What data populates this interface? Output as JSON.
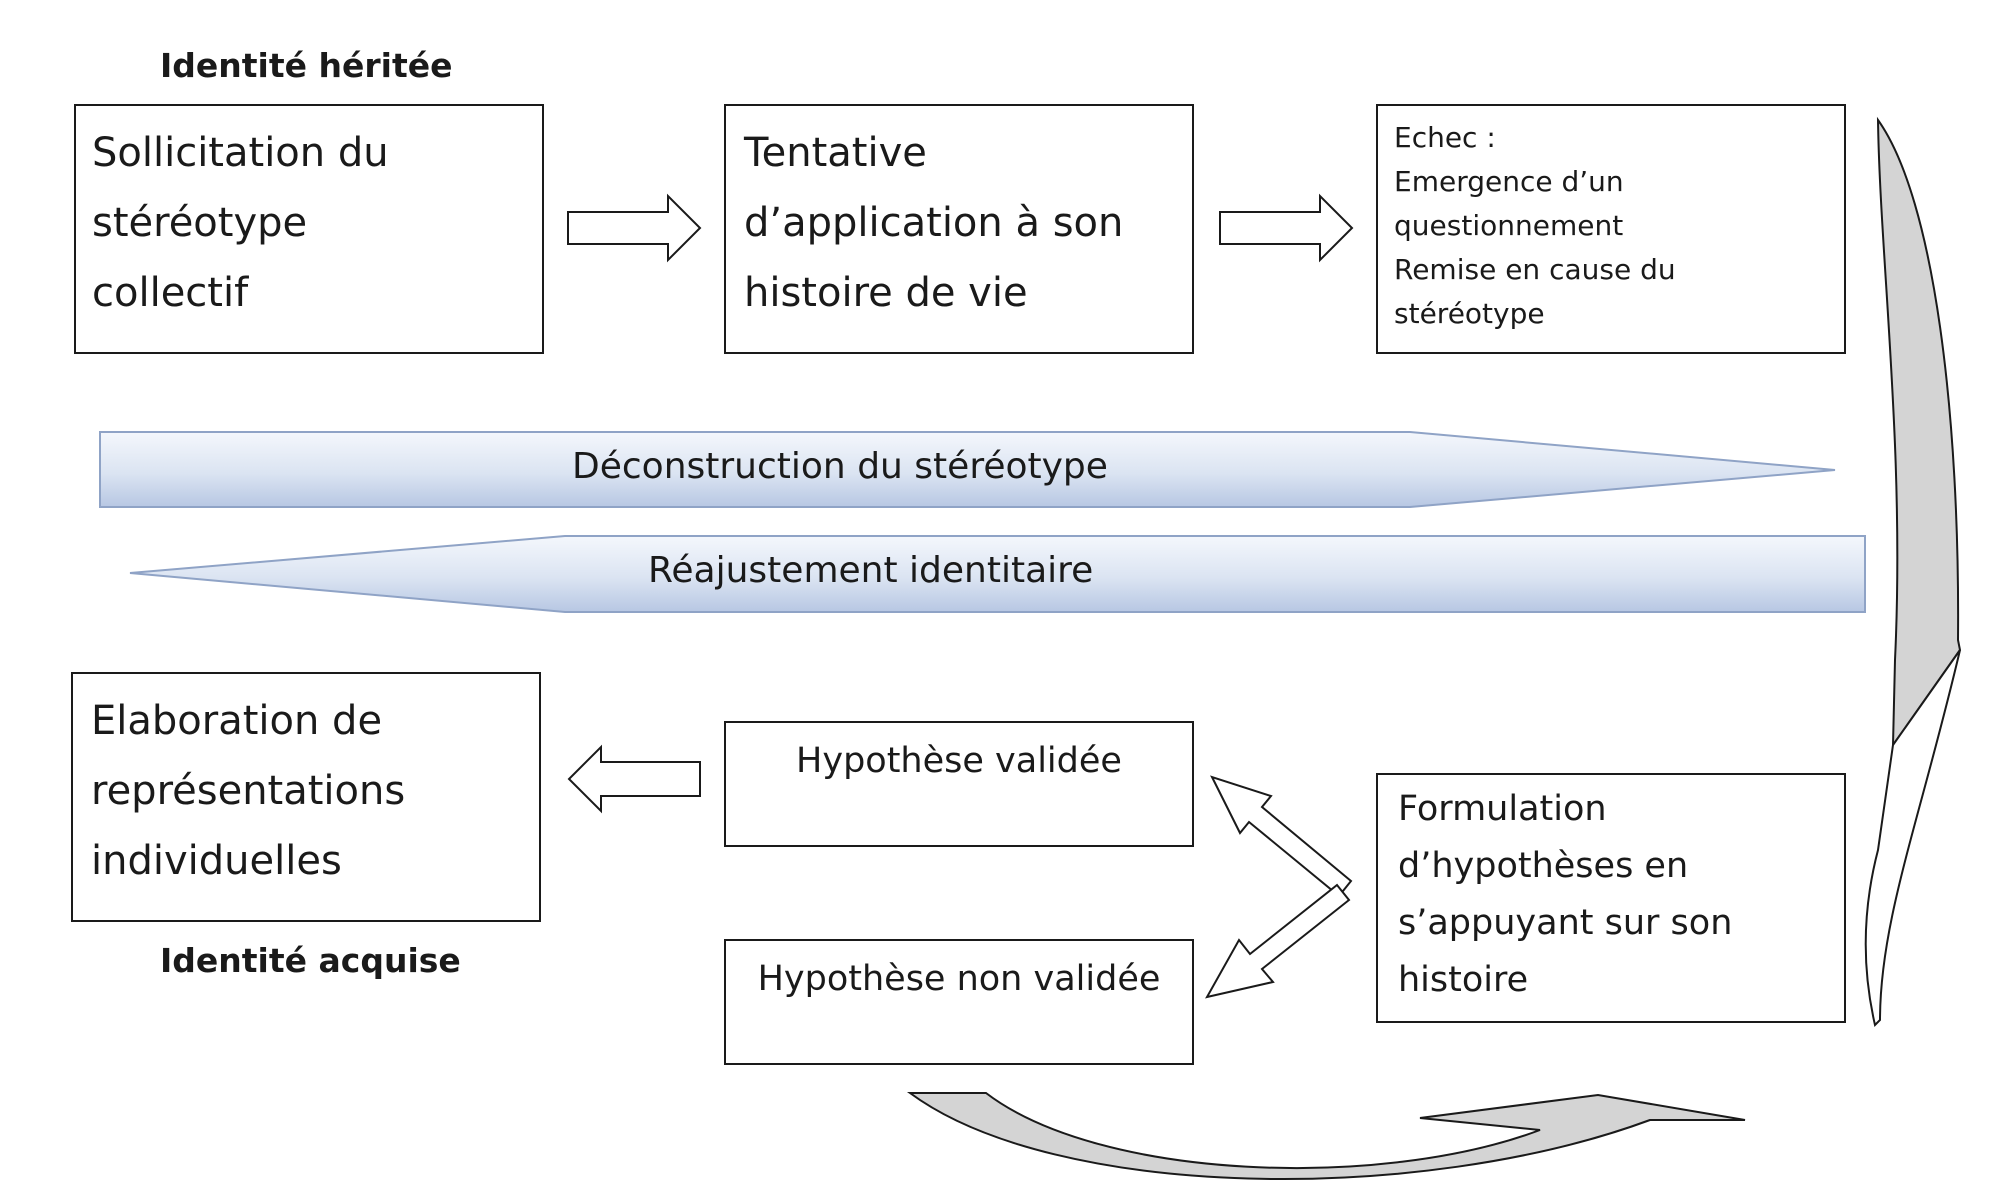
{
  "headings": {
    "inherited": "Identité héritée",
    "acquired": "Identité acquise"
  },
  "boxes": {
    "sollicitation": "Sollicitation du\nstéréotype\ncollectif",
    "tentative": "Tentative\nd’application à son\nhistoire de vie",
    "echec": "Echec :\nEmergence d’un\nquestionnement\nRemise en cause du\nstéréotype",
    "elaboration": "Elaboration de\nreprésentations\nindividuelles",
    "validee": "Hypothèse validée",
    "non_validee": "Hypothèse non validée",
    "formulation": "Formulation\nd’hypothèses en\ns’appuyant sur son\nhistoire"
  },
  "bands": {
    "deconstruction": "Déconstruction du stéréotype",
    "reajustement": "Réajustement identitaire"
  },
  "colors": {
    "band_light": "#f4f7fc",
    "band_dark": "#b7c7e3",
    "curve_fill": "#d4d4d4",
    "stroke": "#1a1a1a"
  }
}
